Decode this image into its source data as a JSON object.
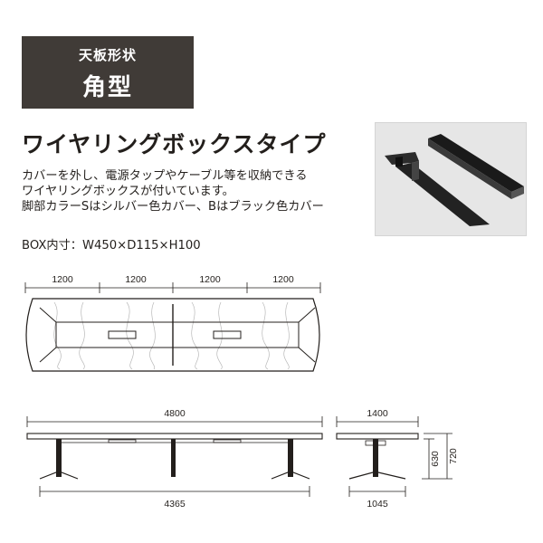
{
  "badge": {
    "line1": "天板形状",
    "line2": "角型"
  },
  "title": "ワイヤリングボックスタイプ",
  "description": [
    "カバーを外し、電源タップやケーブル等を収納できる",
    "ワイヤリングボックスが付いています。",
    "脚部カラーSはシルバー色カバー、Bはブラック色カバー"
  ],
  "box_size": "BOX内寸：W450×D115×H100",
  "drawing": {
    "top_dims": [
      "1200",
      "1200",
      "1200",
      "1200"
    ],
    "front_width": "4800",
    "front_inner": "4365",
    "side_width": "1400",
    "side_inner": "1045",
    "height_630": "630",
    "height_720": "720"
  },
  "colors": {
    "badge_bg": "#403b37",
    "line": "#231f1c",
    "photo_bg": "#e6e6e6"
  }
}
